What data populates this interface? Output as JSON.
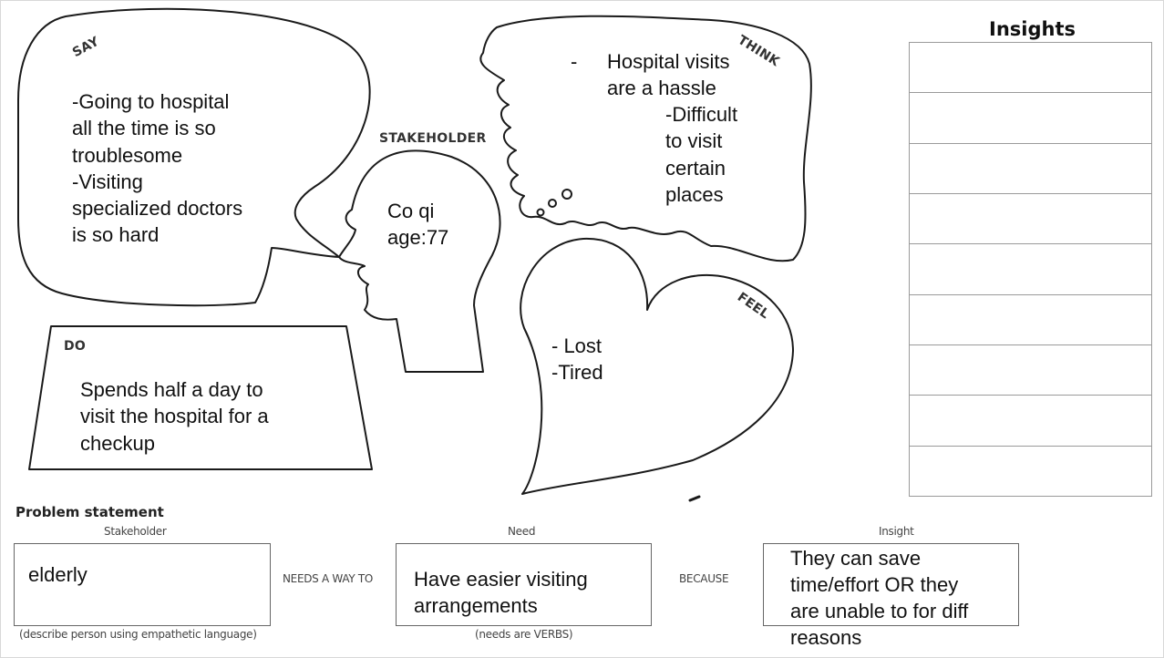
{
  "say": {
    "label": "SAY",
    "text": "-Going to hospital\nall the time is so\ntroublesome\n-Visiting\nspecialized doctors\nis so hard"
  },
  "think": {
    "label": "THINK",
    "dash": "-",
    "text1": "Hospital visits\nare a hassle",
    "text2": "-Difficult\nto visit\ncertain\nplaces"
  },
  "stakeholder": {
    "label": "STAKEHOLDER",
    "text": "Co qi\nage:77"
  },
  "do": {
    "label": "DO",
    "text": "Spends half a day to\nvisit the hospital for a\ncheckup"
  },
  "feel": {
    "label": "FEEL",
    "text": "- Lost\n-Tired"
  },
  "insights": {
    "title": "Insights",
    "rows": 9
  },
  "problem_statement": {
    "title": "Problem statement",
    "stakeholder_caption": "Stakeholder",
    "stakeholder_value": "elderly",
    "stakeholder_hint": "(describe person using empathetic language)",
    "connector1": "NEEDS A WAY TO",
    "need_caption": "Need",
    "need_value": "Have easier visiting\narrangements",
    "need_hint": "(needs are VERBS)",
    "connector2": "BECAUSE",
    "insight_caption": "Insight",
    "insight_value": "They can save\ntime/effort OR they\nare unable to for diff\nreasons"
  }
}
